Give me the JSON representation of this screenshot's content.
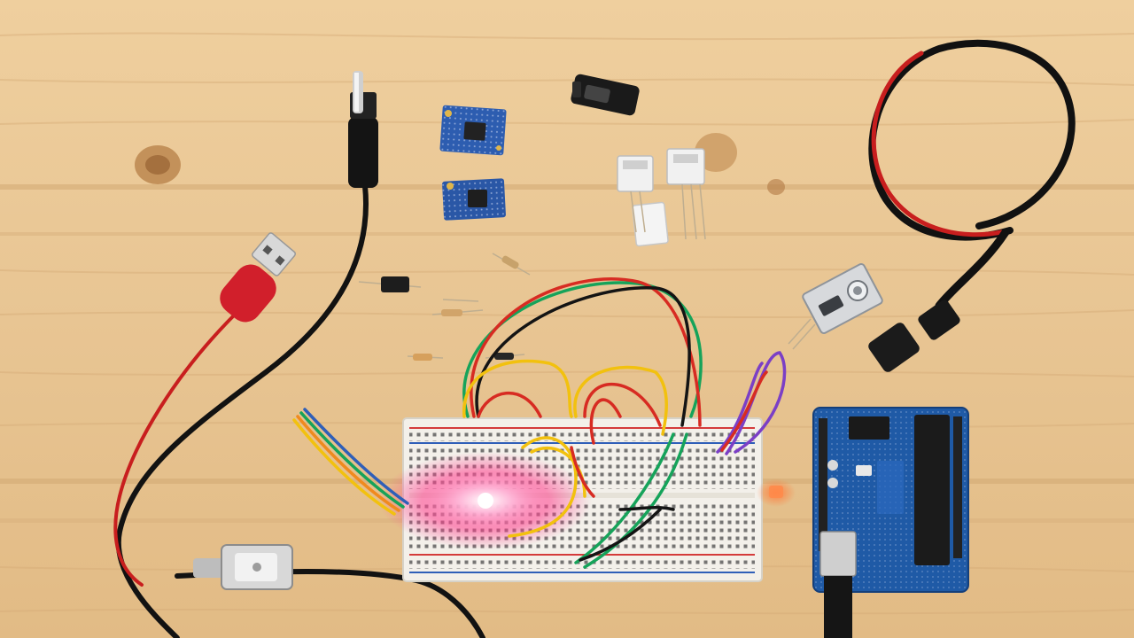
{
  "scene": {
    "kind": "electronics-breadboard-workbench",
    "surface": "wood-table",
    "led_state": "lit",
    "colors": {
      "wood_base": "#e8c593",
      "wood_light": "#efd3a8",
      "wood_dark": "#c89a62",
      "breadboard": "#f3f0ea",
      "breadboard_holes": "#3a3a3a",
      "rail_red": "#d43b3b",
      "rail_blue": "#2f5fb8",
      "arduino_blue": "#1f5aa6",
      "module_blue": "#2d5db0",
      "led_glow": "#ff3c8c",
      "wire_red": "#d72b22",
      "wire_green": "#16a35a",
      "wire_yellow": "#f2c10e",
      "wire_orange": "#f08a1e",
      "wire_purple": "#7b3fc6",
      "wire_black": "#141414",
      "cable_red": "#c81e1e",
      "cable_black": "#111111"
    }
  },
  "objects": [
    {
      "name": "arduino-board",
      "icon": "microcontroller-icon"
    },
    {
      "name": "breadboard",
      "icon": "breadboard-icon"
    },
    {
      "name": "lit-led",
      "icon": "led-icon"
    },
    {
      "name": "usb-cable",
      "icon": "usb-icon"
    },
    {
      "name": "audio-jack-cable",
      "icon": "jack-icon"
    },
    {
      "name": "power-cable-coil",
      "icon": "cable-icon"
    },
    {
      "name": "wireless-module-top",
      "icon": "chip-icon"
    },
    {
      "name": "wireless-module-bottom",
      "icon": "chip-icon"
    },
    {
      "name": "push-switch",
      "icon": "switch-icon"
    },
    {
      "name": "sensor-module-pair",
      "icon": "sensor-icon"
    },
    {
      "name": "joystick-module",
      "icon": "joystick-icon"
    },
    {
      "name": "resistor-scatter",
      "icon": "resistor-icon"
    }
  ]
}
